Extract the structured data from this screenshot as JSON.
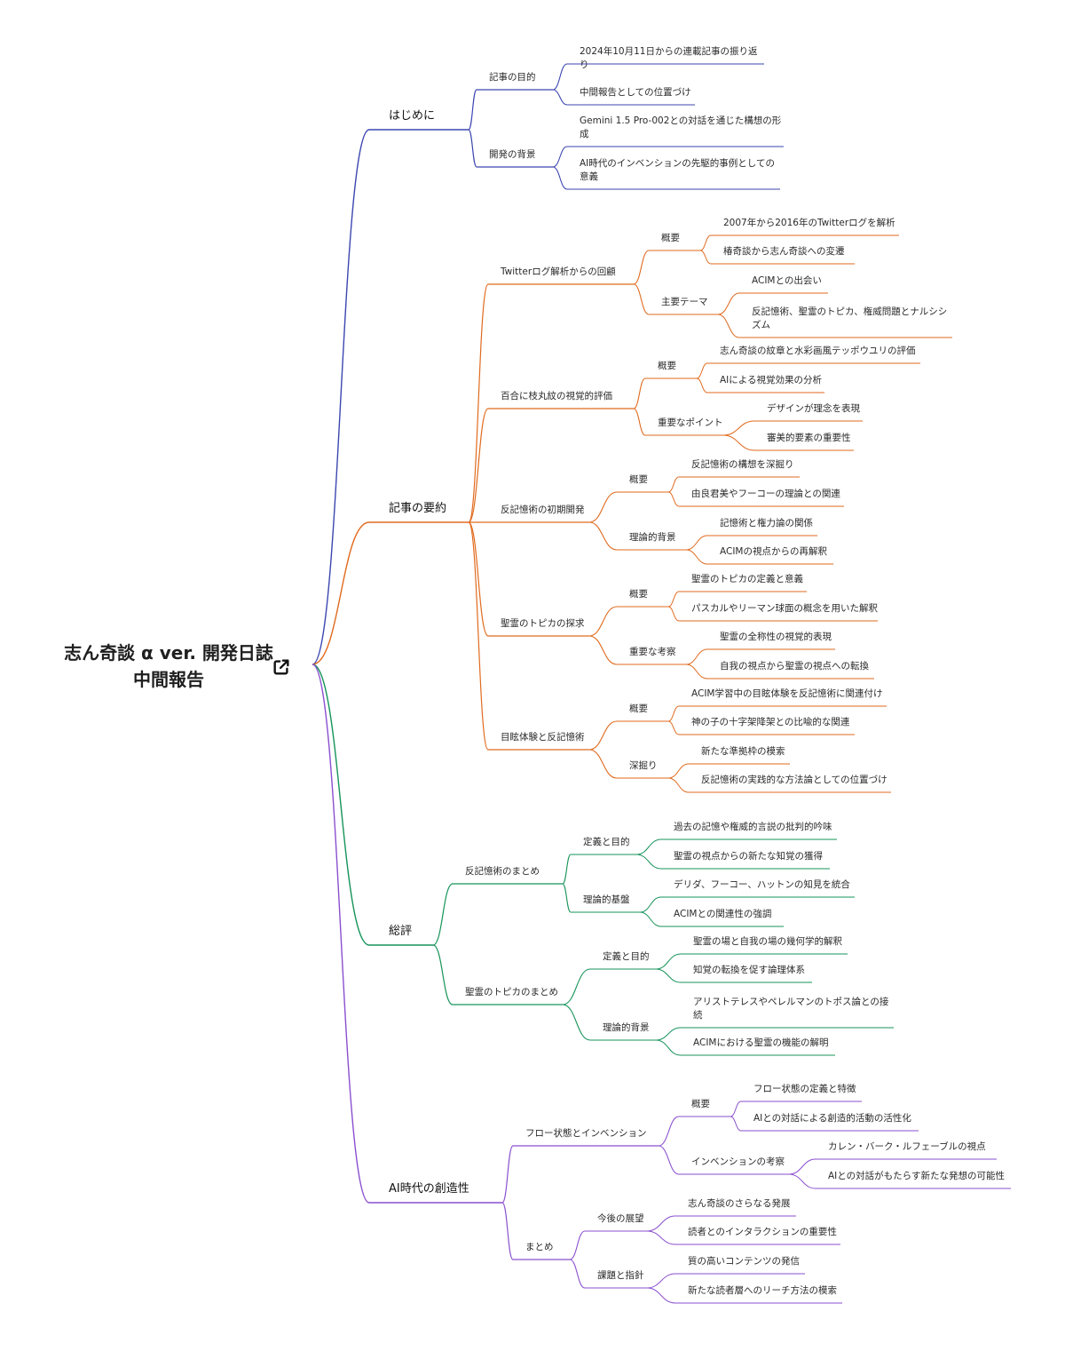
{
  "root": {
    "title": "志ん奇談 α ver. 開発日誌 中間報告",
    "link_icon": "external-link-icon"
  },
  "colors": {
    "hajimeni": "#3b46b0",
    "youyaku": "#e06a1e",
    "souhyou": "#16935a",
    "ai": "#8a4fcf"
  },
  "branches": [
    {
      "label": "はじめに",
      "color": "#3b46b0",
      "children": [
        {
          "label": "記事の目的",
          "children": [
            {
              "label": "2024年10月11日からの連載記事の振り返り"
            },
            {
              "label": "中間報告としての位置づけ"
            }
          ]
        },
        {
          "label": "開発の背景",
          "children": [
            {
              "label": "Gemini 1.5 Pro-002との対話を通じた構想の形成"
            },
            {
              "label": "AI時代のインベンションの先駆的事例としての意義"
            }
          ]
        }
      ]
    },
    {
      "label": "記事の要約",
      "color": "#e06a1e",
      "children": [
        {
          "label": "Twitterログ解析からの回顧",
          "children": [
            {
              "label": "概要",
              "children": [
                {
                  "label": "2007年から2016年のTwitterログを解析"
                },
                {
                  "label": "椿奇談から志ん奇談への変遷"
                }
              ]
            },
            {
              "label": "主要テーマ",
              "children": [
                {
                  "label": "ACIMとの出会い"
                },
                {
                  "label": "反記憶術、聖霊のトピカ、権威問題とナルシシズム"
                }
              ]
            }
          ]
        },
        {
          "label": "百合に枝丸紋の視覚的評価",
          "children": [
            {
              "label": "概要",
              "children": [
                {
                  "label": "志ん奇談の紋章と水彩画風テッポウユリの評価"
                },
                {
                  "label": "AIによる視覚効果の分析"
                }
              ]
            },
            {
              "label": "重要なポイント",
              "children": [
                {
                  "label": "デザインが理念を表現"
                },
                {
                  "label": "審美的要素の重要性"
                }
              ]
            }
          ]
        },
        {
          "label": "反記憶術の初期開発",
          "children": [
            {
              "label": "概要",
              "children": [
                {
                  "label": "反記憶術の構想を深掘り"
                },
                {
                  "label": "由良君美やフーコーの理論との関連"
                }
              ]
            },
            {
              "label": "理論的背景",
              "children": [
                {
                  "label": "記憶術と権力論の関係"
                },
                {
                  "label": "ACIMの視点からの再解釈"
                }
              ]
            }
          ]
        },
        {
          "label": "聖霊のトピカの探求",
          "children": [
            {
              "label": "概要",
              "children": [
                {
                  "label": "聖霊のトピカの定義と意義"
                },
                {
                  "label": "パスカルやリーマン球面の概念を用いた解釈"
                }
              ]
            },
            {
              "label": "重要な考察",
              "children": [
                {
                  "label": "聖霊の全称性の視覚的表現"
                },
                {
                  "label": "自我の視点から聖霊の視点への転換"
                }
              ]
            }
          ]
        },
        {
          "label": "目眩体験と反記憶術",
          "children": [
            {
              "label": "概要",
              "children": [
                {
                  "label": "ACIM学習中の目眩体験を反記憶術に関連付け"
                },
                {
                  "label": "神の子の十字架降架との比喩的な関連"
                }
              ]
            },
            {
              "label": "深掘り",
              "children": [
                {
                  "label": "新たな準拠枠の模索"
                },
                {
                  "label": "反記憶術の実践的な方法論としての位置づけ"
                }
              ]
            }
          ]
        }
      ]
    },
    {
      "label": "総評",
      "color": "#16935a",
      "children": [
        {
          "label": "反記憶術のまとめ",
          "children": [
            {
              "label": "定義と目的",
              "children": [
                {
                  "label": "過去の記憶や権威的言説の批判的吟味"
                },
                {
                  "label": "聖霊の視点からの新たな知覚の獲得"
                }
              ]
            },
            {
              "label": "理論的基盤",
              "children": [
                {
                  "label": "デリダ、フーコー、ハットンの知見を統合"
                },
                {
                  "label": "ACIMとの関連性の強調"
                }
              ]
            }
          ]
        },
        {
          "label": "聖霊のトピカのまとめ",
          "children": [
            {
              "label": "定義と目的",
              "children": [
                {
                  "label": "聖霊の場と自我の場の幾何学的解釈"
                },
                {
                  "label": "知覚の転換を促す論理体系"
                }
              ]
            },
            {
              "label": "理論的背景",
              "children": [
                {
                  "label": "アリストテレスやペレルマンのトポス論との接続"
                },
                {
                  "label": "ACIMにおける聖霊の機能の解明"
                }
              ]
            }
          ]
        }
      ]
    },
    {
      "label": "AI時代の創造性",
      "color": "#8a4fcf",
      "children": [
        {
          "label": "フロー状態とインベンション",
          "children": [
            {
              "label": "概要",
              "children": [
                {
                  "label": "フロー状態の定義と特徴"
                },
                {
                  "label": "AIとの対話による創造的活動の活性化"
                }
              ]
            },
            {
              "label": "インベンションの考察",
              "children": [
                {
                  "label": "カレン・バーク・ルフェーブルの視点"
                },
                {
                  "label": "AIとの対話がもたらす新たな発想の可能性"
                }
              ]
            }
          ]
        },
        {
          "label": "まとめ",
          "children": [
            {
              "label": "今後の展望",
              "children": [
                {
                  "label": "志ん奇談のさらなる発展"
                },
                {
                  "label": "読者とのインタラクションの重要性"
                }
              ]
            },
            {
              "label": "課題と指針",
              "children": [
                {
                  "label": "質の高いコンテンツの発信"
                },
                {
                  "label": "新たな読者層へのリーチ方法の模索"
                }
              ]
            }
          ]
        }
      ]
    }
  ]
}
